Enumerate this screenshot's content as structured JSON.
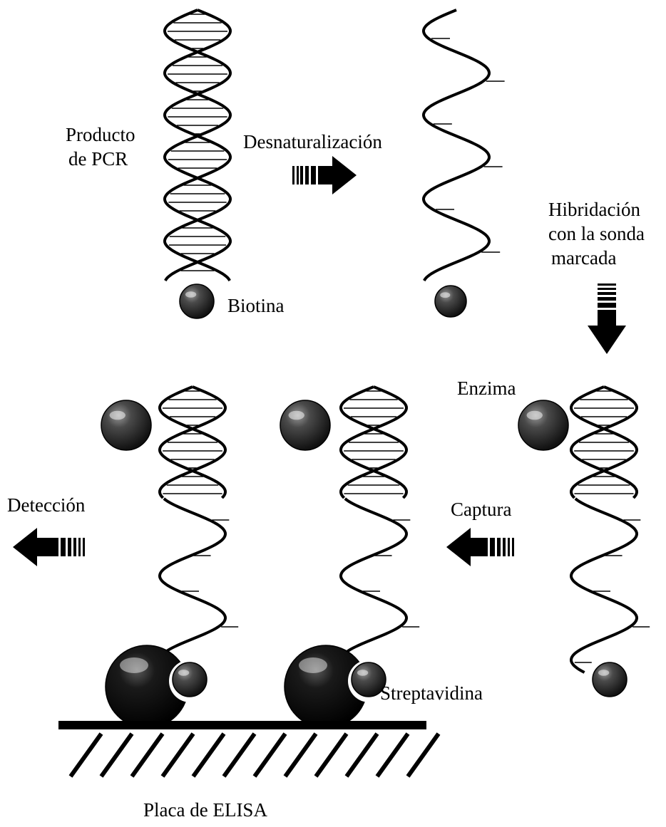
{
  "labels": {
    "pcr_product_line1": "Producto",
    "pcr_product_line2": "de PCR",
    "denaturation": "Desnaturalización",
    "biotin": "Biotina",
    "hybridization_line1": "Hibridación",
    "hybridization_line2": "con la sonda",
    "hybridization_line3": "marcada",
    "enzyme": "Enzima",
    "capture": "Captura",
    "detection": "Detección",
    "streptavidin": "Streptavidina",
    "elisa_plate": "Placa de ELISA"
  },
  "colors": {
    "ink": "#000000",
    "bead": "#3a3a3a",
    "background": "#ffffff"
  }
}
